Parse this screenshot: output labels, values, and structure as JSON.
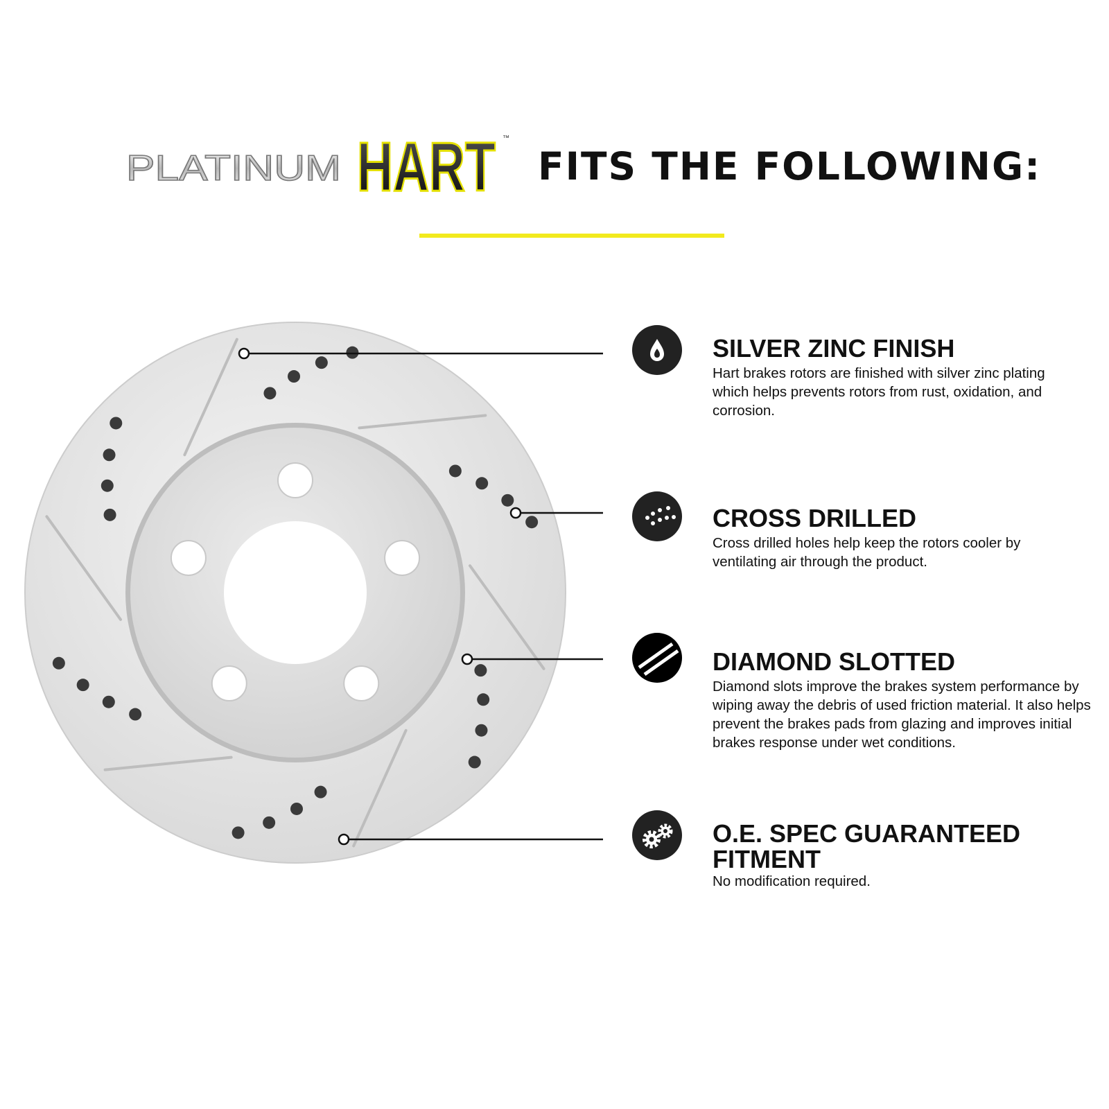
{
  "logo": {
    "word1": "PLATINUM",
    "word2": "HART",
    "tm": "™"
  },
  "headline": "FITS THE FOLLOWING:",
  "colors": {
    "accent_yellow": "#f2ea1d",
    "icon_bg": "#222222",
    "rotor_silver": "#e4e4e4"
  },
  "features": [
    {
      "icon": "water-drop-icon",
      "title": "SILVER ZINC FINISH",
      "description": "Hart brakes rotors are finished with silver zinc plating which helps prevents rotors from rust, oxidation, and corrosion."
    },
    {
      "icon": "drilled-holes-icon",
      "title": "CROSS DRILLED",
      "description": "Cross drilled holes help keep the rotors cooler by ventilating air through the product."
    },
    {
      "icon": "slots-icon",
      "title": "DIAMOND SLOTTED",
      "description": "Diamond slots improve the brakes system performance by wiping away the debris of used friction material. It also helps prevent the brakes pads from glazing and improves initial brakes response under wet conditions."
    },
    {
      "icon": "gears-icon",
      "title": "O.E. SPEC GUARANTEED FITMENT",
      "description": "No modification required."
    }
  ]
}
